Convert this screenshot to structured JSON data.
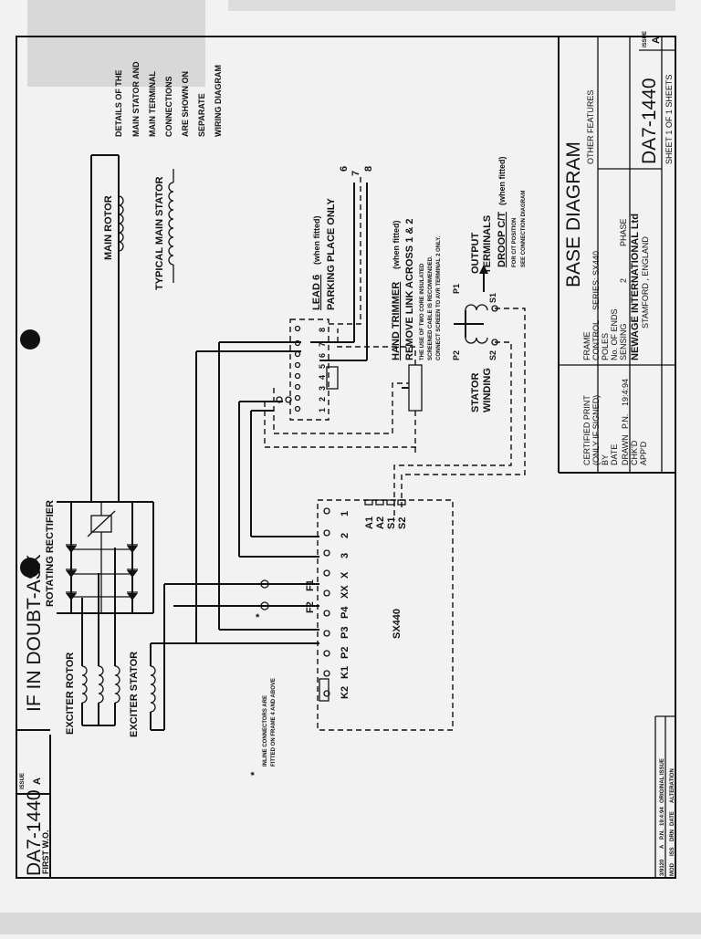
{
  "doc": {
    "number": "DA7-1440",
    "issue_label": "ISSUE",
    "issue": "A",
    "first_wo": "FIRST W.O.",
    "title_banner": "IF IN DOUBT-ASK",
    "note_details": [
      "DETAILS OF THE",
      "MAIN STATOR AND",
      "MAIN TERMINAL",
      "CONNECTIONS",
      "ARE SHOWN ON",
      "SEPARATE",
      "WIRING DIAGRAM"
    ]
  },
  "components": {
    "exciter_rotor": "EXCITER ROTOR",
    "exciter_stator": "EXCITER STATOR",
    "rotating_rectifier": "ROTATING RECTIFIER",
    "main_rotor": "MAIN ROTOR",
    "typical_main_stator": "TYPICAL MAIN STATOR",
    "avr": "SX440",
    "stator_winding": [
      "STATOR",
      "WINDING"
    ],
    "output_terminals": [
      "OUTPUT",
      "TERMINALS"
    ],
    "p1": "P1",
    "p2": "P2",
    "s1": "S1",
    "s2": "S2"
  },
  "avr_terminals": [
    "K2",
    "K1",
    "P2",
    "P3",
    "P4",
    "XX",
    "X",
    "3",
    "2",
    "1"
  ],
  "avr_terminals_top": [
    "A1",
    "A2",
    "S1",
    "S2"
  ],
  "avr_f_labels": [
    "F2",
    "F1"
  ],
  "terminal_block": [
    "1",
    "2",
    "3",
    "4",
    "5",
    "6",
    "7",
    "8"
  ],
  "lead_numbers": [
    "6",
    "7",
    "8"
  ],
  "lead6": {
    "title": "LEAD 6",
    "suffix": "(when fitted)",
    "line2": "PARKING PLACE ONLY"
  },
  "hand_trimmer": {
    "title": "HAND TRIMMER",
    "suffix": "(when fitted)",
    "line2": "REMOVE LINK ACROSS 1 & 2",
    "notes": [
      "THE USE OF TWO CORE INSULATED",
      "SCREENED CABLE IS RECOMMENDED.",
      "CONNECT SCREEN TO AVR TERMINAL 2 ONLY."
    ]
  },
  "droop": {
    "title": "DROOP C/T",
    "suffix": "(when fitted)",
    "notes": [
      "FOR C/T POSITION",
      "SEE CONNECTION DIAGRAM"
    ]
  },
  "inline_note": {
    "star": "*",
    "lines": [
      "INLINE CONNECTORS ARE",
      "FITTED ON FRAME 4 AND ABOVE"
    ]
  },
  "title_block": {
    "title": "BASE DIAGRAM",
    "certified": [
      "CERTIFIED PRINT",
      "(ONLY IF SIGNED)",
      "BY",
      "DATE"
    ],
    "frame": "FRAME",
    "other_features": "OTHER FEATURES",
    "control": "CONTROL",
    "series": "SERIES: SX440",
    "poles": "POLES",
    "no_of_ends": "No. OF ENDS",
    "sensing": "SENSING",
    "sensing_val": "2",
    "phase": "PHASE",
    "drawn": "DRAWN",
    "drawn_by": "P.N.",
    "drawn_date": "19:4:94",
    "chkd": "CHK'D",
    "appd": "APP'D",
    "company": "NEWAGE INTERNATIONAL Ltd",
    "location": "STAMFORD , ENGLAND",
    "doc_no": "DA7-1440",
    "issue_label": "ISSUE",
    "issue": "A",
    "sheet": "SHEET 1 OF 1 SHEETS"
  },
  "revision": {
    "row": [
      "3/9120",
      "A",
      "P.N.",
      "19:4:94",
      "ORIGINAL ISSUE"
    ],
    "header": [
      "MOD",
      "ISS",
      "DRN",
      "DATE",
      "ALTERATION"
    ]
  }
}
